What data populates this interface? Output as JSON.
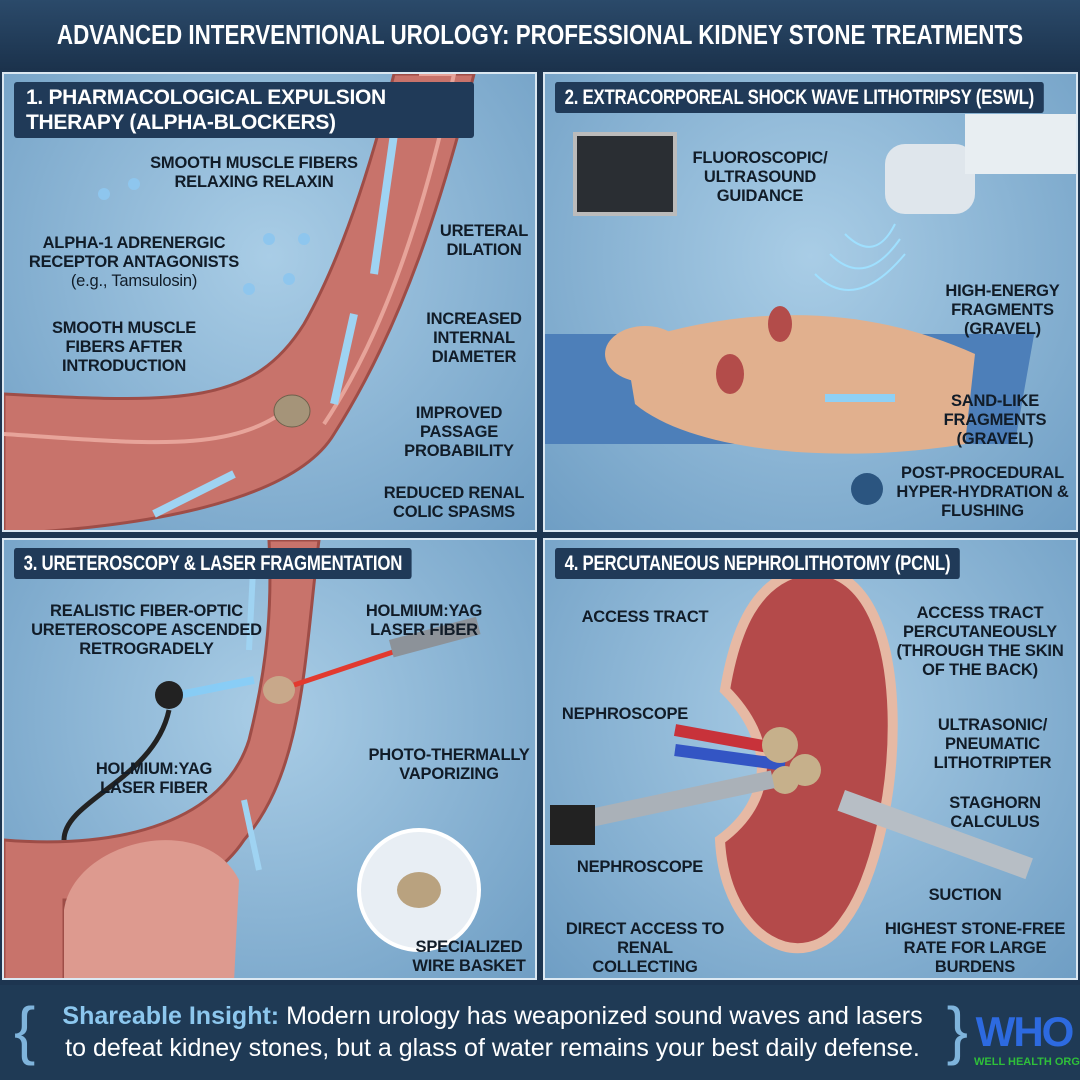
{
  "title": "ADVANCED INTERVENTIONAL UROLOGY: PROFESSIONAL KIDNEY STONE TREATMENTS",
  "panels": [
    {
      "heading": "1. PHARMACOLOGICAL EXPULSION THERAPY (ALPHA-BLOCKERS)",
      "labels": [
        "SMOOTH MUSCLE FIBERS RELAXING RELAXIN",
        "ALPHA-1 ADRENERGIC RECEPTOR ANTAGONISTS",
        "(e.g., Tamsulosin)",
        "URETERAL DILATION",
        "SMOOTH MUSCLE FIBERS AFTER INTRODUCTION",
        "INCREASED INTERNAL DIAMETER",
        "IMPROVED PASSAGE PROBABILITY",
        "REDUCED RENAL COLIC SPASMS"
      ]
    },
    {
      "heading": "2. EXTRACORPOREAL SHOCK WAVE LITHOTRIPSY (ESWL)",
      "labels": [
        "FLUOROSCOPIC/ ULTRASOUND GUIDANCE",
        "HIGH-ENERGY FRAGMENTS (GRAVEL)",
        "SAND-LIKE FRAGMENTS (GRAVEL)",
        "POST-PROCEDURAL HYPER-HYDRATION & FLUSHING"
      ]
    },
    {
      "heading": "3. URETEROSCOPY & LASER FRAGMENTATION",
      "labels": [
        "REALISTIC FIBER-OPTIC URETEROSCOPE ASCENDED RETROGRADELY",
        "HOLMIUM:YAG LASER FIBER",
        "HOLMIUM:YAG LASER FIBER",
        "PHOTO-THERMALLY VAPORIZING",
        "SPECIALIZED WIRE BASKET"
      ]
    },
    {
      "heading": "4. PERCUTANEOUS NEPHROLITHOTOMY (PCNL)",
      "labels": [
        "ACCESS TRACT",
        "ACCESS TRACT PERCUTANEOUSLY (THROUGH THE SKIN OF THE BACK)",
        "NEPHROSCOPE",
        "ULTRASONIC/ PNEUMATIC LITHOTRIPTER",
        "STAGHORN CALCULUS",
        "NEPHROSCOPE",
        "SUCTION",
        "DIRECT ACCESS TO RENAL COLLECTING SYSTEM",
        "HIGHEST STONE-FREE RATE FOR LARGE BURDENS"
      ]
    }
  ],
  "footer": {
    "highlight": "Shareable Insight:",
    "text": "Modern urology has weaponized sound waves and lasers to defeat kidney stones, but a glass of water remains your best daily defense."
  },
  "logo": {
    "text": "WHO",
    "subtext": "WELL HEALTH ORG"
  },
  "colors": {
    "title_bg": "#1d3550",
    "panel_bg": "#8fb8d8",
    "tissue": "#c9706a",
    "accent": "#8cc7ee"
  }
}
